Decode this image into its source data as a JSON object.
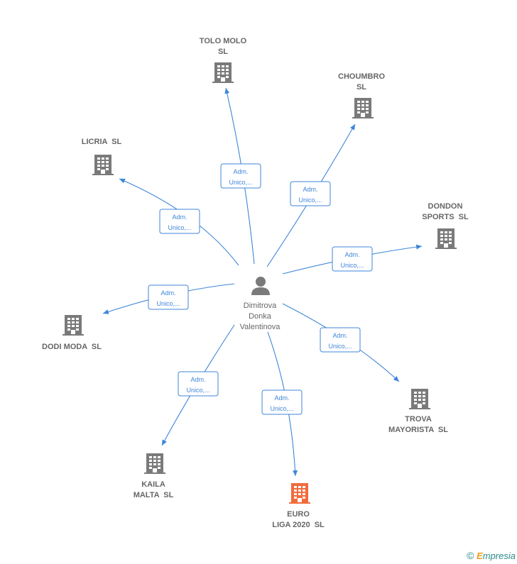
{
  "center": {
    "lines": [
      "Dimitrova",
      "Donka",
      "Valentinova"
    ],
    "icon": "person-icon"
  },
  "nodes": [
    {
      "id": "tolo-molo",
      "lines": [
        "TOLO MOLO",
        "SL"
      ],
      "highlight": false
    },
    {
      "id": "choumbro",
      "lines": [
        "CHOUMBRO",
        "SL"
      ],
      "highlight": false
    },
    {
      "id": "licria",
      "lines": [
        "LICRIA  SL"
      ],
      "highlight": false
    },
    {
      "id": "dondon-sports",
      "lines": [
        "DONDON",
        "SPORTS  SL"
      ],
      "highlight": false
    },
    {
      "id": "dodi-moda",
      "lines": [
        "DODI MODA  SL"
      ],
      "highlight": false
    },
    {
      "id": "trova-mayorista",
      "lines": [
        "TROVA",
        "MAYORISTA  SL"
      ],
      "highlight": false
    },
    {
      "id": "kaila-malta",
      "lines": [
        "KAILA",
        "MALTA  SL"
      ],
      "highlight": false
    },
    {
      "id": "euro-liga",
      "lines": [
        "EURO",
        "LIGA 2020  SL"
      ],
      "highlight": true
    }
  ],
  "edge_label": [
    "Adm.",
    "Unico,..."
  ],
  "colors": {
    "building": "#7a7a7a",
    "highlight": "#f26a3b",
    "edge": "#3f86d8",
    "label": "#666666"
  },
  "footer": {
    "copyright": "©",
    "brand_e": "E",
    "brand_rest": "mpresia"
  }
}
